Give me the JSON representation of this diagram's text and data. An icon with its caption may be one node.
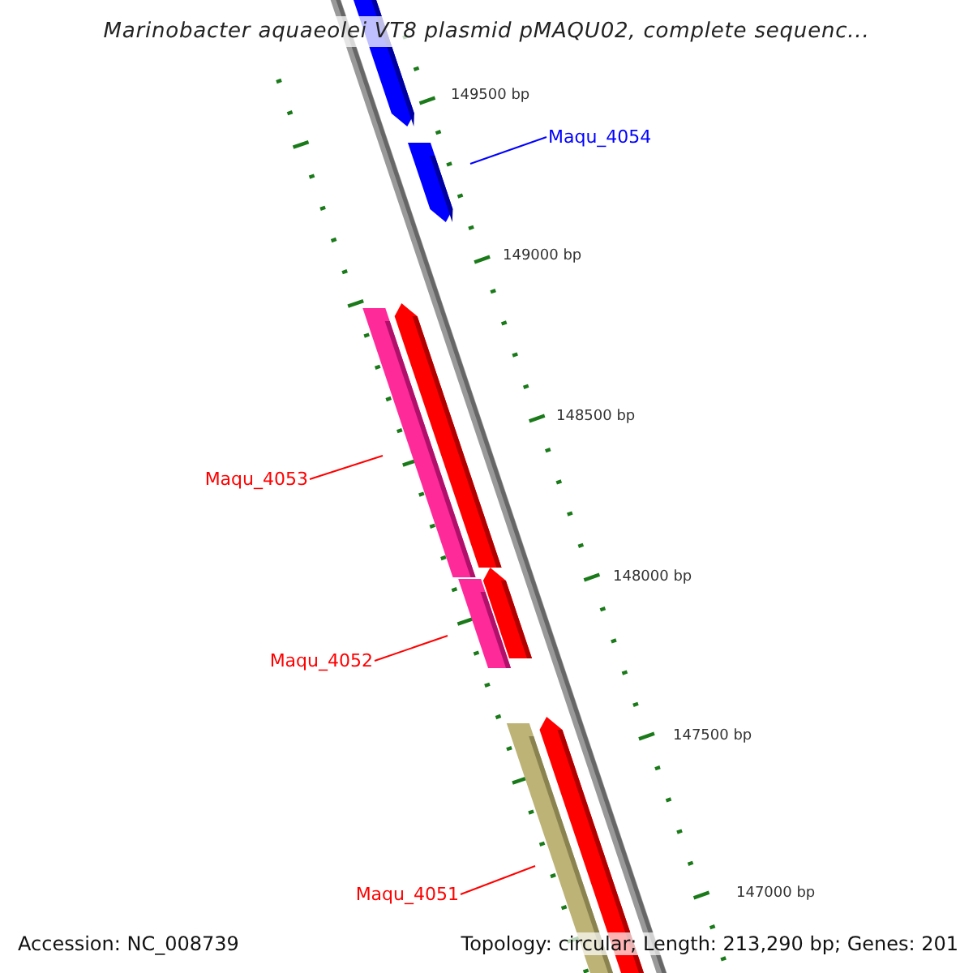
{
  "diagram": {
    "title": "Marinobacter aquaeolei VT8 plasmid pMAQU02, complete sequenc...",
    "nodes": [
      {
        "text": [
          "Maqu_4054"
        ]
      },
      {
        "text": [
          "Maqu_4053"
        ]
      },
      {
        "text": [
          "Maqu_4052"
        ]
      },
      {
        "text": [
          "Maqu_4051"
        ]
      }
    ],
    "edges": [
      {
        "from": 0,
        "to": null,
        "arrow": "none",
        "color": "#0000ff"
      },
      {
        "from": 1,
        "to": null,
        "arrow": "none"
      },
      {
        "from": 2,
        "to": null,
        "arrow": "none"
      },
      {
        "from": 3,
        "to": null,
        "arrow": "none"
      }
    ],
    "labels": [
      "149500 bp",
      "149000 bp",
      "148500 bp",
      "148000 bp",
      "147500 bp",
      "147000 bp",
      "Accession: NC_008739",
      "Topology: circular; Length: 213,290 bp; Genes: 201"
    ]
  }
}
